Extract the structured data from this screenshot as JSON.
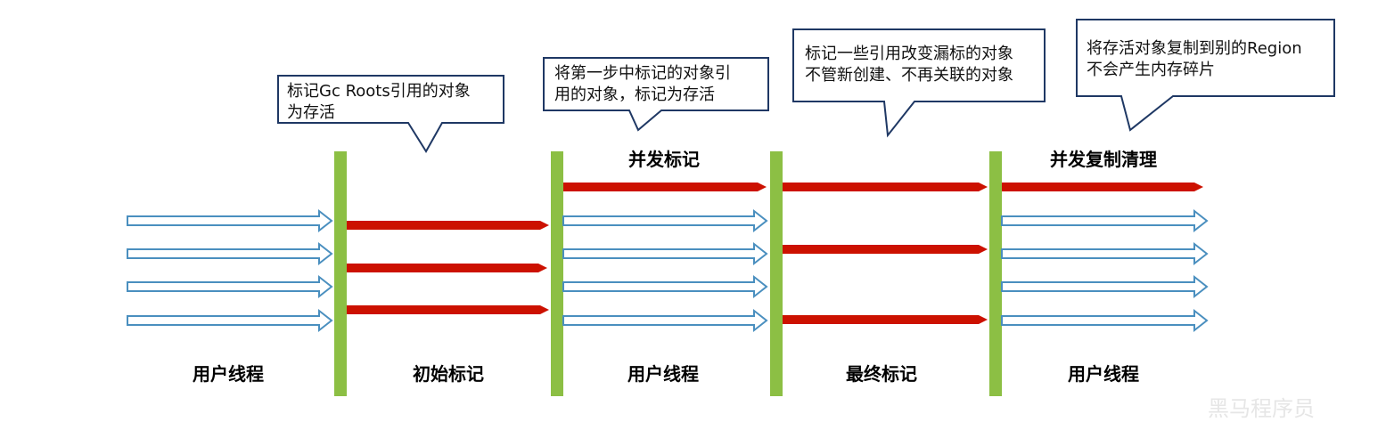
{
  "colors": {
    "barrier": "#8cbf44",
    "red_arrow": "#cc1100",
    "hollow_arrow_stroke": "#4a8fbf",
    "callout_border": "#1f3864"
  },
  "callouts": [
    {
      "lines": [
        "标记Gc Roots引用的对象",
        "为存活"
      ]
    },
    {
      "lines": [
        "将第一步中标记的对象引",
        "用的对象，标记为存活"
      ]
    },
    {
      "lines": [
        "标记一些引用改变漏标的对象",
        "不管新创建、不再关联的对象"
      ]
    },
    {
      "lines": [
        "将存活对象复制到别的Region",
        "不会产生内存碎片"
      ]
    }
  ],
  "phases_top": [
    "并发标记",
    "并发复制清理"
  ],
  "phases_bottom": [
    "用户线程",
    "初始标记",
    "用户线程",
    "最终标记",
    "用户线程"
  ],
  "watermark": "黑马程序员"
}
